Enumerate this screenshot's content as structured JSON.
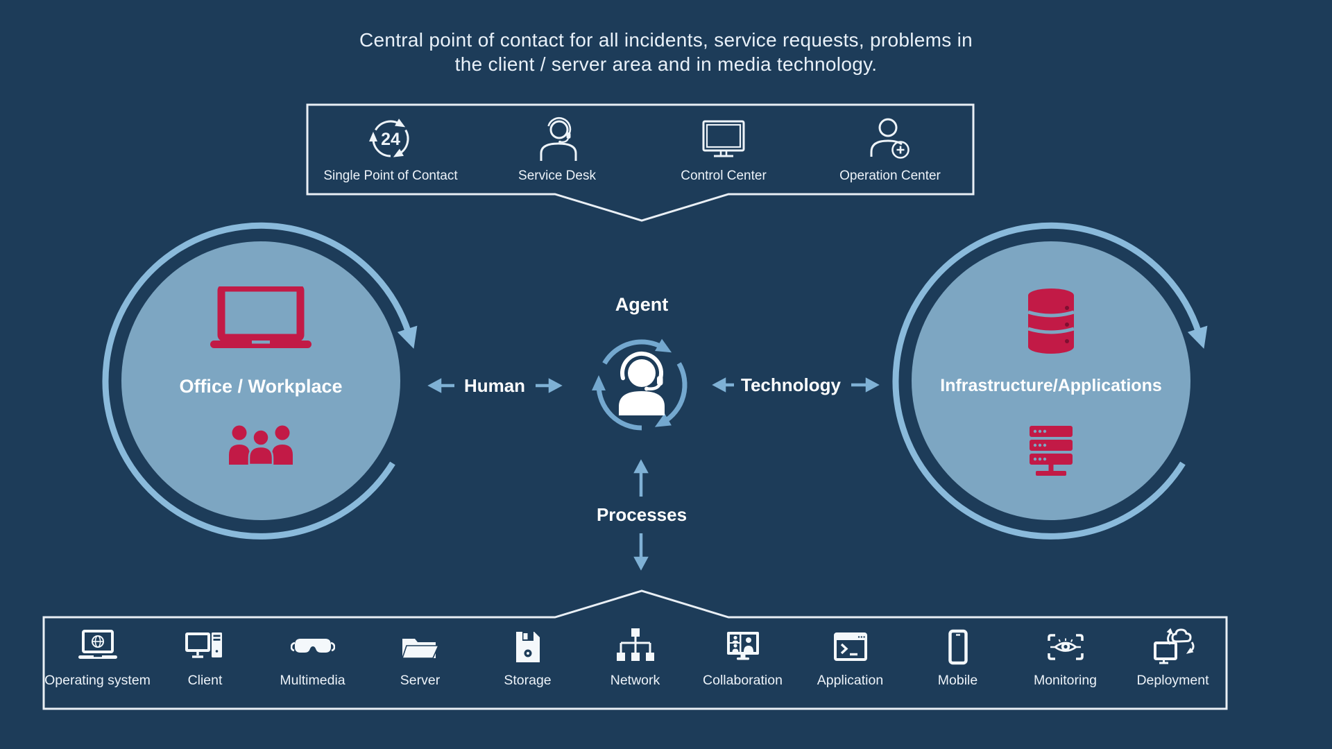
{
  "header": {
    "line1": "Central point of contact for all incidents, service requests, problems in",
    "line2": "the client / server area and in media technology."
  },
  "top_panel": {
    "items": [
      {
        "label": "Single Point of Contact",
        "icon": "24-hours-cycle-icon",
        "badge": "24"
      },
      {
        "label": "Service Desk",
        "icon": "service-desk-headset-icon"
      },
      {
        "label": "Control Center",
        "icon": "monitor-icon"
      },
      {
        "label": "Operation Center",
        "icon": "person-add-icon"
      }
    ]
  },
  "center": {
    "agent": "Agent",
    "human": "Human",
    "technology": "Technology",
    "processes": "Processes"
  },
  "left_circle": {
    "title": "Office / Workplace",
    "icons": [
      "laptop-icon",
      "people-group-icon"
    ]
  },
  "right_circle": {
    "title": "Infrastructure/Applications",
    "icons": [
      "database-icon",
      "server-rack-icon"
    ]
  },
  "bottom_panel": {
    "items": [
      {
        "label": "Operating system",
        "icon": "laptop-globe-icon"
      },
      {
        "label": "Client",
        "icon": "desktop-pc-icon"
      },
      {
        "label": "Multimedia",
        "icon": "vr-goggles-icon"
      },
      {
        "label": "Server",
        "icon": "open-folder-icon"
      },
      {
        "label": "Storage",
        "icon": "floppy-disk-icon"
      },
      {
        "label": "Network",
        "icon": "network-tree-icon"
      },
      {
        "label": "Collaboration",
        "icon": "video-conference-icon"
      },
      {
        "label": "Application",
        "icon": "terminal-window-icon"
      },
      {
        "label": "Mobile",
        "icon": "smartphone-icon"
      },
      {
        "label": "Monitoring",
        "icon": "eye-scan-icon"
      },
      {
        "label": "Deployment",
        "icon": "cloud-sync-monitor-icon"
      }
    ]
  },
  "colors": {
    "background": "#1d3c59",
    "circle_fill": "#7da6c2",
    "ring_blue": "#8abadb",
    "cycle_blue": "#74a8cf",
    "arrow_blue": "#7fb1d5",
    "icon_red": "#c21a46",
    "dot_dark_red": "#7e1031",
    "line_white": "#eef4f9"
  }
}
